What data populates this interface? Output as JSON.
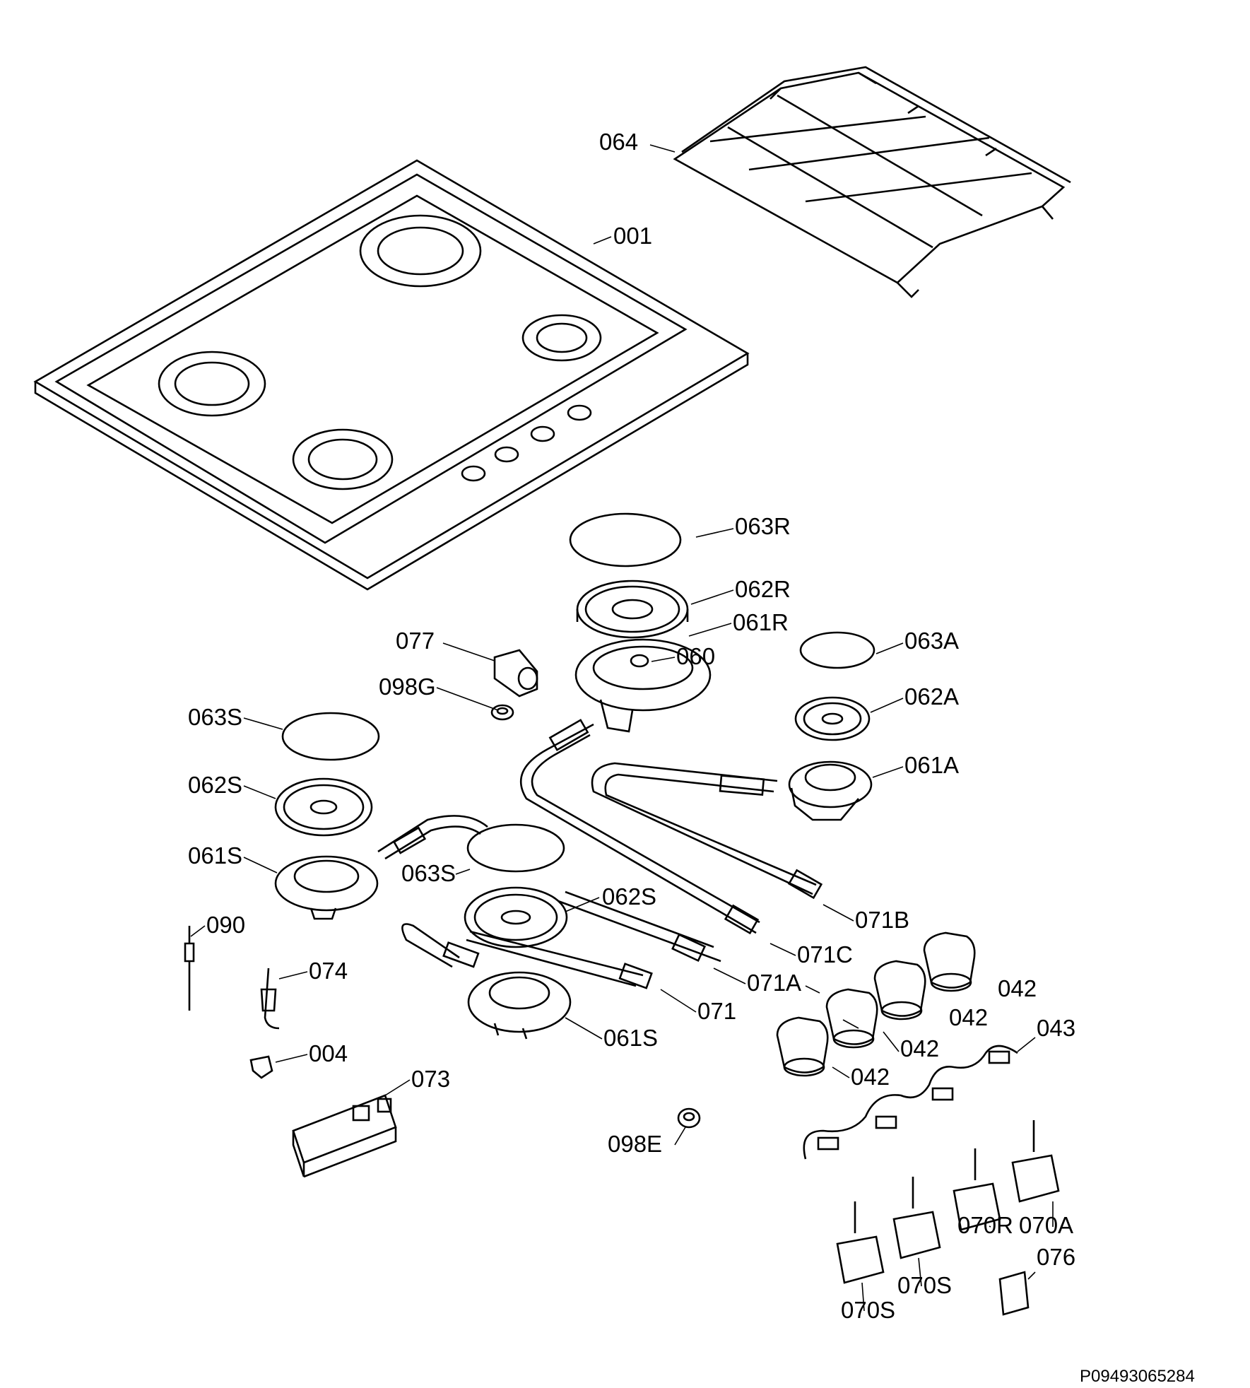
{
  "labels": {
    "l064": "064",
    "l001": "001",
    "l063R": "063R",
    "l062R": "062R",
    "l061R": "061R",
    "l060": "060",
    "l077": "077",
    "l098G": "098G",
    "l063A": "063A",
    "l062A": "062A",
    "l061A": "061A",
    "l063S_a": "063S",
    "l062S_a": "062S",
    "l061S_a": "061S",
    "l063S_b": "063S",
    "l062S_b": "062S",
    "l071B": "071B",
    "l071C": "071C",
    "l071A": "071A",
    "l071": "071",
    "l061S_b": "061S",
    "l090": "090",
    "l074": "074",
    "l004": "004",
    "l073": "073",
    "l098E": "098E",
    "l042_a": "042",
    "l042_b": "042",
    "l042_c": "042",
    "l042_d": "042",
    "l043": "043",
    "l070A": "070A",
    "l070R": "070R",
    "l070S_a": "070S",
    "l070S_b": "070S",
    "l076": "076"
  },
  "document_id": "P09493065284"
}
